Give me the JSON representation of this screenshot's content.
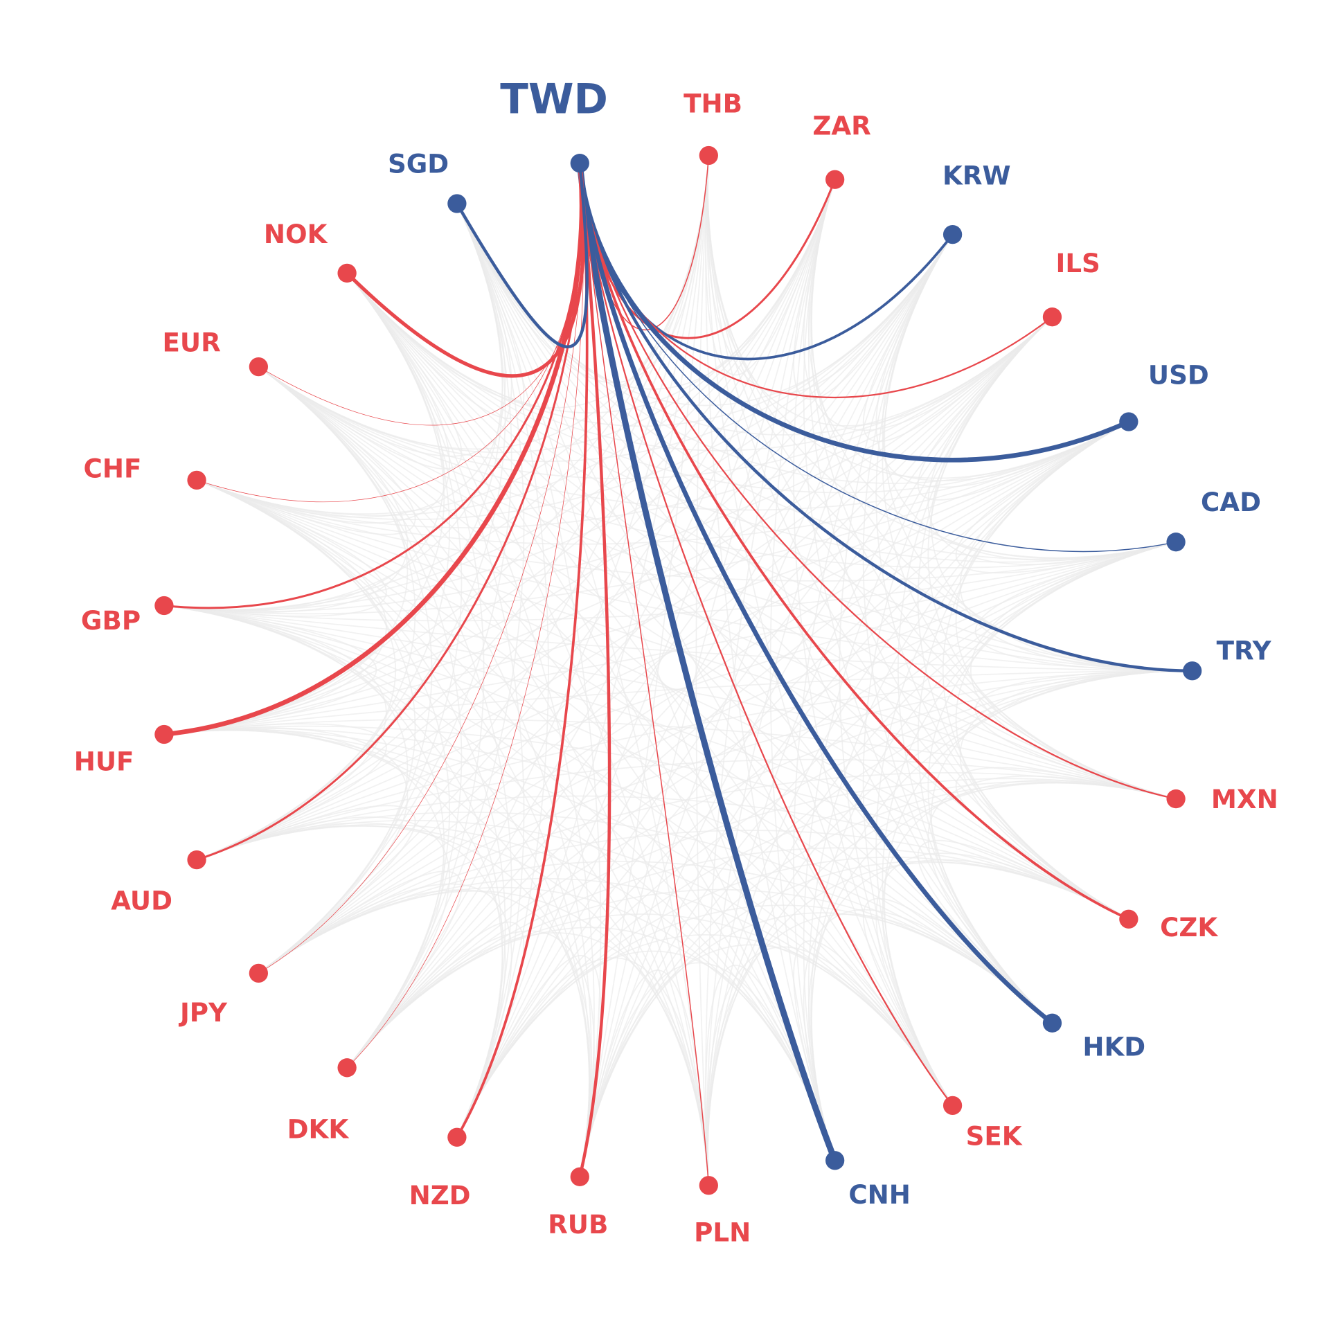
{
  "chart_data": {
    "type": "network",
    "title": "",
    "hub": "TWD",
    "colors": {
      "positive": "#E8474C",
      "negative": "#3B5C9C",
      "background_edge": "#EBEBEB"
    },
    "nodes": [
      {
        "id": "TWD",
        "group": "negative"
      },
      {
        "id": "THB",
        "group": "positive",
        "weight": 1
      },
      {
        "id": "ZAR",
        "group": "positive",
        "weight": 2
      },
      {
        "id": "KRW",
        "group": "negative",
        "weight": 2.5
      },
      {
        "id": "ILS",
        "group": "positive",
        "weight": 1.5
      },
      {
        "id": "USD",
        "group": "negative",
        "weight": 4.5
      },
      {
        "id": "CAD",
        "group": "negative",
        "weight": 1
      },
      {
        "id": "TRY",
        "group": "negative",
        "weight": 3
      },
      {
        "id": "MXN",
        "group": "positive",
        "weight": 1.5
      },
      {
        "id": "CZK",
        "group": "positive",
        "weight": 2.5
      },
      {
        "id": "HKD",
        "group": "negative",
        "weight": 4.5
      },
      {
        "id": "SEK",
        "group": "positive",
        "weight": 1.5
      },
      {
        "id": "CNH",
        "group": "negative",
        "weight": 6
      },
      {
        "id": "PLN",
        "group": "positive",
        "weight": 1
      },
      {
        "id": "RUB",
        "group": "positive",
        "weight": 3
      },
      {
        "id": "NZD",
        "group": "positive",
        "weight": 2.5
      },
      {
        "id": "DKK",
        "group": "positive",
        "weight": 0.5
      },
      {
        "id": "JPY",
        "group": "positive",
        "weight": 0.5
      },
      {
        "id": "AUD",
        "group": "positive",
        "weight": 2
      },
      {
        "id": "HUF",
        "group": "positive",
        "weight": 4.5
      },
      {
        "id": "GBP",
        "group": "positive",
        "weight": 2
      },
      {
        "id": "CHF",
        "group": "positive",
        "weight": 0.5
      },
      {
        "id": "EUR",
        "group": "positive",
        "weight": 0.5
      },
      {
        "id": "NOK",
        "group": "positive",
        "weight": 3.5
      },
      {
        "id": "SGD",
        "group": "negative",
        "weight": 3
      }
    ]
  }
}
